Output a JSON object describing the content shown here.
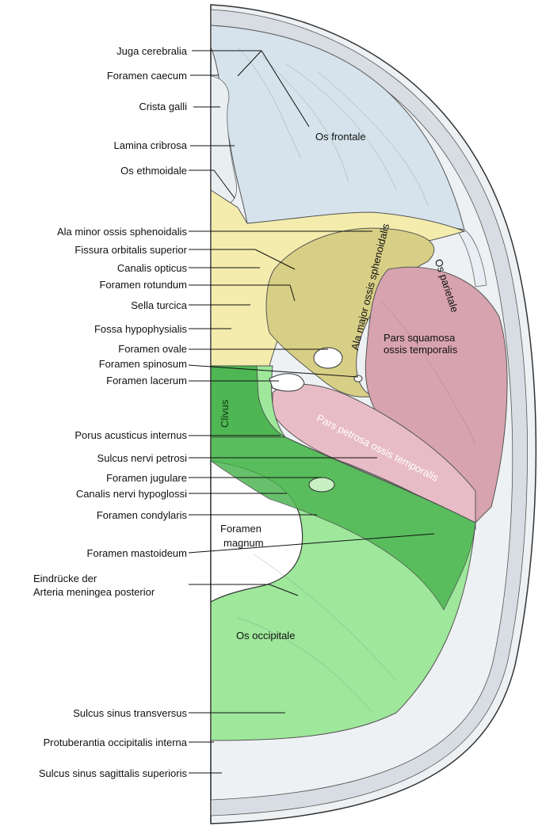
{
  "left_labels": [
    {
      "id": "juga",
      "text": "Juga cerebralia"
    },
    {
      "id": "caecum",
      "text": "Foramen caecum"
    },
    {
      "id": "crista",
      "text": "Crista galli"
    },
    {
      "id": "lamina",
      "text": "Lamina cribrosa"
    },
    {
      "id": "ethmoid",
      "text": "Os ethmoidale"
    },
    {
      "id": "alaminor",
      "text": "Ala minor ossis sphenoidalis"
    },
    {
      "id": "fissura",
      "text": "Fissura orbitalis superior"
    },
    {
      "id": "canopt",
      "text": "Canalis opticus"
    },
    {
      "id": "forrot",
      "text": "Foramen rotundum"
    },
    {
      "id": "sella",
      "text": "Sella turcica"
    },
    {
      "id": "fossa",
      "text": "Fossa hypophysialis"
    },
    {
      "id": "forov",
      "text": "Foramen ovale"
    },
    {
      "id": "forspin",
      "text": "Foramen spinosum"
    },
    {
      "id": "forlac",
      "text": "Foramen lacerum"
    },
    {
      "id": "porus",
      "text": "Porus acusticus internus"
    },
    {
      "id": "sulcpet",
      "text": "Sulcus nervi petrosi"
    },
    {
      "id": "forjug",
      "text": "Foramen jugulare"
    },
    {
      "id": "canhyp",
      "text": "Canalis nervi hypoglossi"
    },
    {
      "id": "forcond",
      "text": "Foramen condylaris"
    },
    {
      "id": "formast",
      "text": "Foramen mastoideum"
    },
    {
      "id": "eindruck",
      "text": "Eindrücke der"
    },
    {
      "id": "arteria",
      "text": "Arteria meningea posterior"
    },
    {
      "id": "sulctrans",
      "text": "Sulcus sinus transversus"
    },
    {
      "id": "protub",
      "text": "Protuberantia occipitalis interna"
    },
    {
      "id": "sulcsag",
      "text": "Sulcus sinus sagittalis superioris"
    }
  ],
  "regions": {
    "os_frontale": "Os frontale",
    "os_parietale": "Os parietale",
    "ala_major": "Ala major ossis sphenoidalis",
    "pars_squamosa_1": "Pars squamosa",
    "pars_squamosa_2": "ossis temporalis",
    "pars_petrosa": "Pars petrosa ossis temporalis",
    "clivus": "Clivus",
    "foramen_magnum_1": "Foramen",
    "foramen_magnum_2": "magnum",
    "os_occipitale": "Os occipitale"
  },
  "colors": {
    "frontal": "#d6e3ec",
    "sphenoid": "#f3ecad",
    "sphenoid_major": "#d8cf86",
    "temporal": "#d7a3ae",
    "temporal_petrous": "#e8bcc6",
    "occipital_light": "#9ee79b",
    "occipital_dark": "#4eb653",
    "parietal": "#e8eef3",
    "skull_rim": "#bfc7cc",
    "leader": "#111111"
  }
}
